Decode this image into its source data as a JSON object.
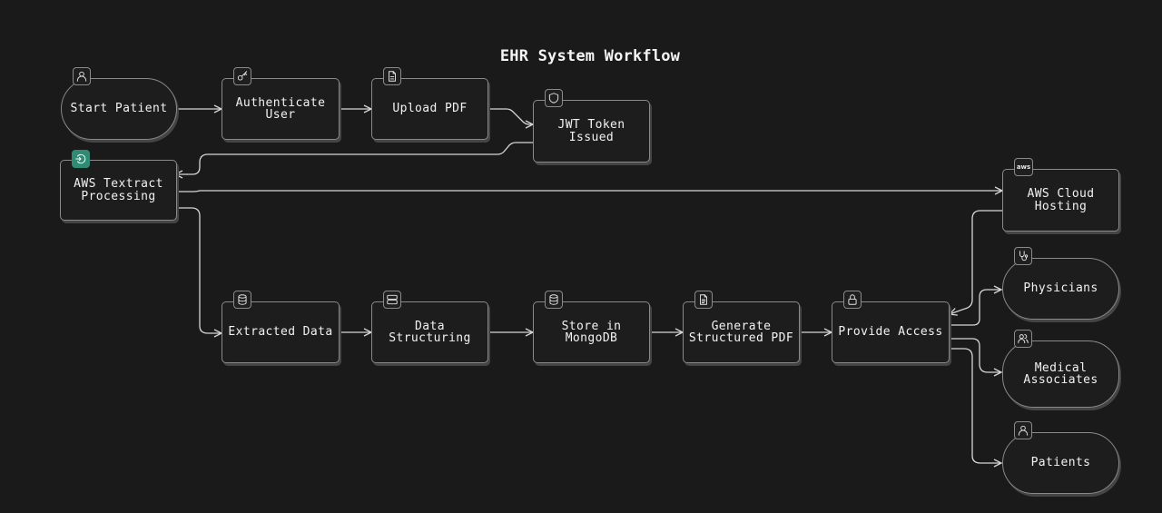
{
  "diagram": {
    "title": "EHR System Workflow",
    "nodes": {
      "start_patient": {
        "label": "Start Patient",
        "icon": "user-icon"
      },
      "authenticate_user": {
        "label": "Authenticate\nUser",
        "icon": "key-icon"
      },
      "upload_pdf": {
        "label": "Upload PDF",
        "icon": "file-icon"
      },
      "jwt_token": {
        "label": "JWT Token\nIssued",
        "icon": "shield-icon"
      },
      "aws_textract": {
        "label": "AWS Textract\nProcessing",
        "icon": "textract-icon"
      },
      "aws_cloud": {
        "label": "AWS Cloud\nHosting",
        "icon": "aws-icon",
        "icon_text": "aws"
      },
      "extracted_data": {
        "label": "Extracted Data",
        "icon": "database-icon"
      },
      "data_structuring": {
        "label": "Data\nStructuring",
        "icon": "server-icon"
      },
      "store_mongodb": {
        "label": "Store in\nMongoDB",
        "icon": "database-icon"
      },
      "generate_pdf": {
        "label": "Generate\nStructured PDF",
        "icon": "file-text-icon"
      },
      "provide_access": {
        "label": "Provide Access",
        "icon": "lock-icon"
      },
      "physicians": {
        "label": "Physicians",
        "icon": "stethoscope-icon"
      },
      "medical_associates": {
        "label": "Medical\nAssociates",
        "icon": "users-icon"
      },
      "patients": {
        "label": "Patients",
        "icon": "user-icon"
      }
    },
    "edges": [
      {
        "from": "start_patient",
        "to": "authenticate_user"
      },
      {
        "from": "authenticate_user",
        "to": "upload_pdf"
      },
      {
        "from": "upload_pdf",
        "to": "jwt_token"
      },
      {
        "from": "jwt_token",
        "to": "aws_textract"
      },
      {
        "from": "aws_textract",
        "to": "aws_cloud"
      },
      {
        "from": "aws_textract",
        "to": "extracted_data"
      },
      {
        "from": "extracted_data",
        "to": "data_structuring"
      },
      {
        "from": "data_structuring",
        "to": "store_mongodb"
      },
      {
        "from": "store_mongodb",
        "to": "generate_pdf"
      },
      {
        "from": "generate_pdf",
        "to": "provide_access"
      },
      {
        "from": "aws_cloud",
        "to": "provide_access"
      },
      {
        "from": "provide_access",
        "to": "physicians"
      },
      {
        "from": "provide_access",
        "to": "medical_associates"
      },
      {
        "from": "provide_access",
        "to": "patients"
      }
    ]
  }
}
